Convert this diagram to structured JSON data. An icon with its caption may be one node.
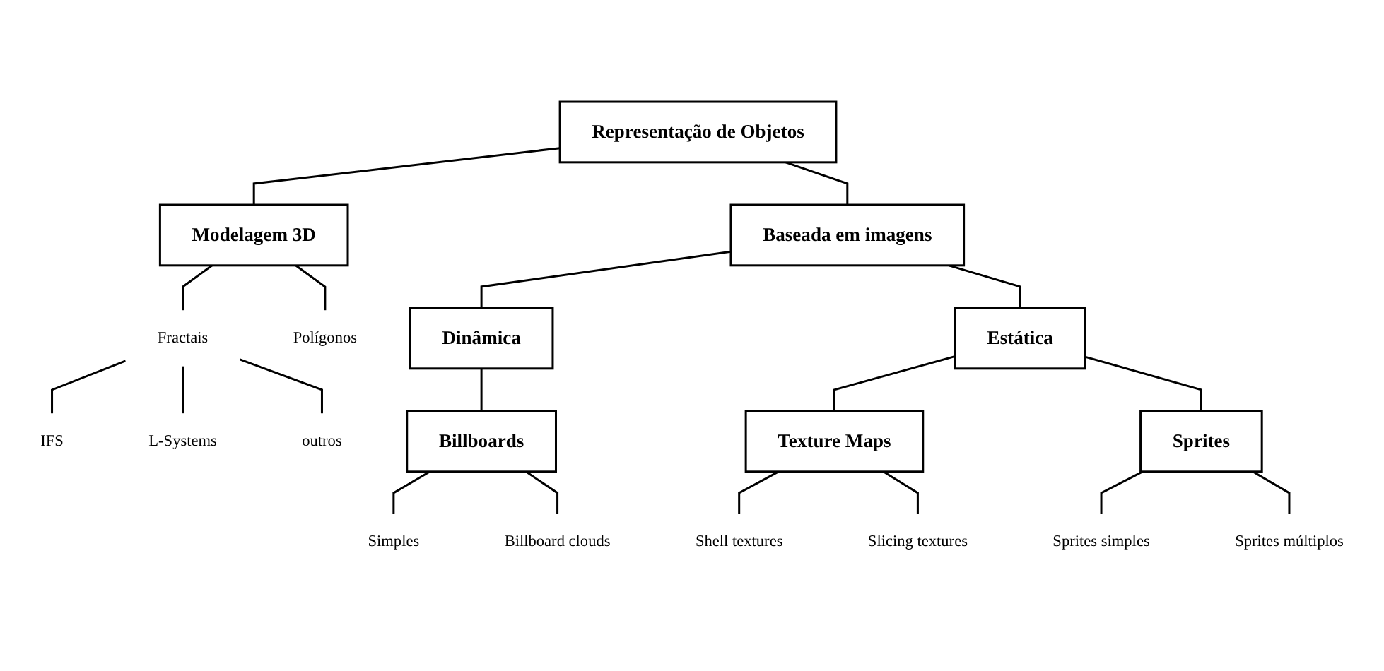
{
  "diagram": {
    "nodes": [
      {
        "text": [
          "Representação de Objetos"
        ]
      },
      {
        "text": [
          "Modelagem 3D"
        ]
      },
      {
        "text": [
          "Baseada em imagens"
        ]
      },
      {
        "text": [
          "Fractais"
        ]
      },
      {
        "text": [
          "IFS"
        ]
      },
      {
        "text": [
          "L-Systems"
        ]
      },
      {
        "text": [
          "outros"
        ]
      },
      {
        "text": [
          "Polígonos"
        ]
      },
      {
        "text": [
          "Dinâmica"
        ]
      },
      {
        "text": [
          "Estática"
        ]
      },
      {
        "text": [
          "Billboards"
        ]
      },
      {
        "text": [
          "Texture Maps"
        ]
      },
      {
        "text": [
          "Sprites"
        ]
      },
      {
        "text": [
          "Simples"
        ]
      },
      {
        "text": [
          "Billboard clouds"
        ]
      },
      {
        "text": [
          "Shell textures"
        ]
      },
      {
        "text": [
          "Slicing textures"
        ]
      },
      {
        "text": [
          "Sprites simples"
        ]
      },
      {
        "text": [
          "Sprites múltiplos"
        ]
      }
    ],
    "edges": [
      {
        "from": 0,
        "to": 1,
        "arrow": "none"
      },
      {
        "from": 0,
        "to": 2,
        "arrow": "none"
      },
      {
        "from": 1,
        "to": 3,
        "arrow": "none"
      },
      {
        "from": 3,
        "to": 4,
        "arrow": "none"
      },
      {
        "from": 3,
        "to": 5,
        "arrow": "none"
      },
      {
        "from": 3,
        "to": 6,
        "arrow": "none"
      },
      {
        "from": 1,
        "to": 7,
        "arrow": "none"
      },
      {
        "from": 2,
        "to": 8,
        "arrow": "none"
      },
      {
        "from": 2,
        "to": 9,
        "arrow": "none"
      },
      {
        "from": 8,
        "to": 10,
        "arrow": "none"
      },
      {
        "from": 9,
        "to": 11,
        "arrow": "none"
      },
      {
        "from": 9,
        "to": 12,
        "arrow": "none"
      },
      {
        "from": 10,
        "to": 13,
        "arrow": "none"
      },
      {
        "from": 10,
        "to": 14,
        "arrow": "none"
      },
      {
        "from": 11,
        "to": 15,
        "arrow": "none"
      },
      {
        "from": 11,
        "to": 16,
        "arrow": "none"
      },
      {
        "from": 12,
        "to": 17,
        "arrow": "none"
      },
      {
        "from": 12,
        "to": 18,
        "arrow": "none"
      }
    ]
  }
}
